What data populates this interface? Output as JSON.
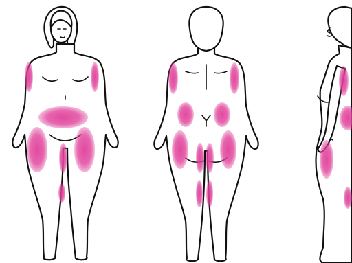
{
  "figure": {
    "views": [
      {
        "id": "front",
        "name": "front-view"
      },
      {
        "id": "back",
        "name": "back-view"
      },
      {
        "id": "side",
        "name": "side-view"
      }
    ],
    "highlight_color": "#e0409a",
    "outline_color": "#111111",
    "background": "#ffffff",
    "highlighted_zones": {
      "front": [
        "upper-arm-left",
        "upper-arm-right",
        "lower-abdomen",
        "outer-thigh-left",
        "outer-thigh-right",
        "inner-thigh",
        "inner-knee"
      ],
      "back": [
        "upper-arm-left",
        "upper-arm-right",
        "flank-left",
        "flank-right",
        "outer-thigh-left",
        "outer-thigh-right",
        "inner-thigh-left",
        "inner-thigh-right",
        "inner-knee-left",
        "inner-knee-right"
      ],
      "side": [
        "upper-arm",
        "abdomen",
        "thigh",
        "knee"
      ]
    }
  }
}
